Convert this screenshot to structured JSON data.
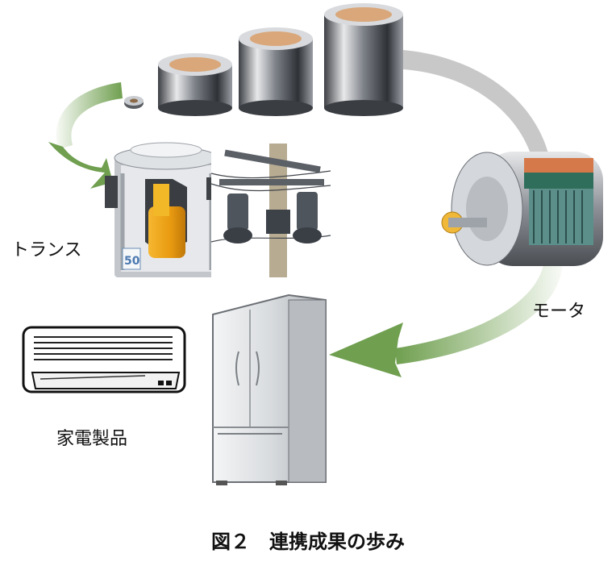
{
  "labels": {
    "transformer": "トランス",
    "motor": "モータ",
    "appliances": "家電製品"
  },
  "caption": "図２　連携成果の歩み",
  "badge": {
    "transformer_number": "50"
  },
  "colors": {
    "arrow_green": "#6f9f4f",
    "arrow_gray": "#c8c8c8",
    "core_orange": "#f0a018",
    "metal": "#8a8f96",
    "ring_tan": "#d9a77a"
  }
}
